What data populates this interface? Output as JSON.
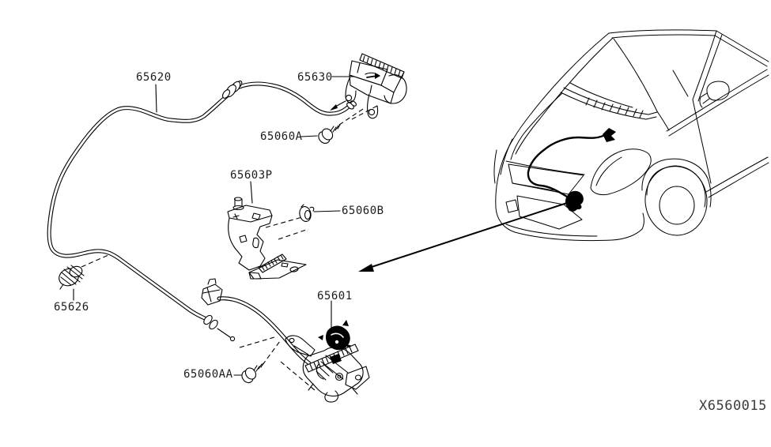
{
  "page": {
    "background": "#ffffff",
    "line_color": "#000000",
    "label_color": "#1c1c1c"
  },
  "labels": {
    "l65620": "65620",
    "l65630": "65630",
    "l65060A": "65060A",
    "l65603P": "65603P",
    "l65060B": "65060B",
    "l65626": "65626",
    "l65601": "65601",
    "l65060AA": "65060AA"
  },
  "part_numbers": [
    "65620",
    "65630",
    "65060A",
    "65603P",
    "65060B",
    "65626",
    "65601",
    "65060AA"
  ],
  "footer": {
    "diagram_code": "X6560015"
  }
}
